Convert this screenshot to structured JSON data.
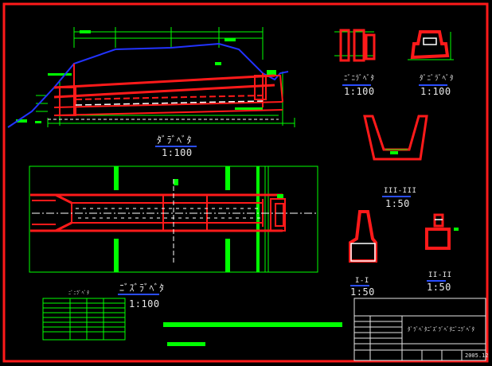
{
  "drawing": {
    "background": "#000000",
    "colors": {
      "frame": "#ff1a1a",
      "structure": "#ff1a1a",
      "ground_line": "#2233ff",
      "dimension": "#00ff00",
      "text": "#e8e8e8",
      "underline": "#2a4dff"
    }
  },
  "views": {
    "longitudinal": {
      "title": "ﾀﾞﾗﾞﾍﾞﾀ",
      "scale": "1:100"
    },
    "plan": {
      "title": "ﾆﾞｽﾞﾗﾞﾍﾞﾀ",
      "scale": "1:100"
    },
    "section_a": {
      "title": "ﾆﾞﾆﾗﾞﾍﾞﾀ",
      "scale": "1:100"
    },
    "section_b": {
      "title": "ﾀﾞﾆﾞﾗﾞﾍﾞﾀ",
      "scale": "1:100"
    },
    "section_3": {
      "title": "III-III",
      "scale": "1:50"
    },
    "section_1": {
      "title": "I-I",
      "scale": "1:50"
    },
    "section_2": {
      "title": "II-II",
      "scale": "1:50"
    }
  },
  "quantity_table": {
    "title": "ﾆﾞﾆﾗﾞﾍﾞﾀ",
    "rows": [
      [
        "",
        "",
        ""
      ],
      [
        "",
        "",
        ""
      ],
      [
        "",
        "",
        ""
      ],
      [
        "",
        "",
        ""
      ],
      [
        "",
        "",
        ""
      ],
      [
        "",
        "",
        ""
      ],
      [
        "",
        "",
        ""
      ],
      [
        "",
        "",
        ""
      ]
    ]
  },
  "title_block": {
    "drawing_name": "ﾀﾞﾗﾞﾍﾞﾀﾆﾞｽﾞﾗﾞﾍﾞﾀﾆﾞﾆﾗﾞﾍﾞﾀ",
    "date": "2005.12"
  }
}
